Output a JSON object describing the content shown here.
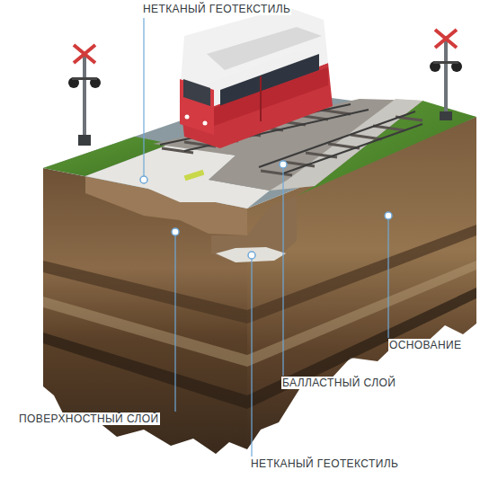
{
  "diagram": {
    "labels": [
      "НЕТКАНЫЙ ГЕОТЕКСТИЛЬ",
      "ОСНОВАНИЕ",
      "БАЛЛАСТНЫЙ СЛОЙ",
      "ПОВЕРХНОСТНЫЙ СЛОЙ",
      "НЕТКАНЫЙ ГЕОТЕКСТИЛЬ"
    ]
  }
}
